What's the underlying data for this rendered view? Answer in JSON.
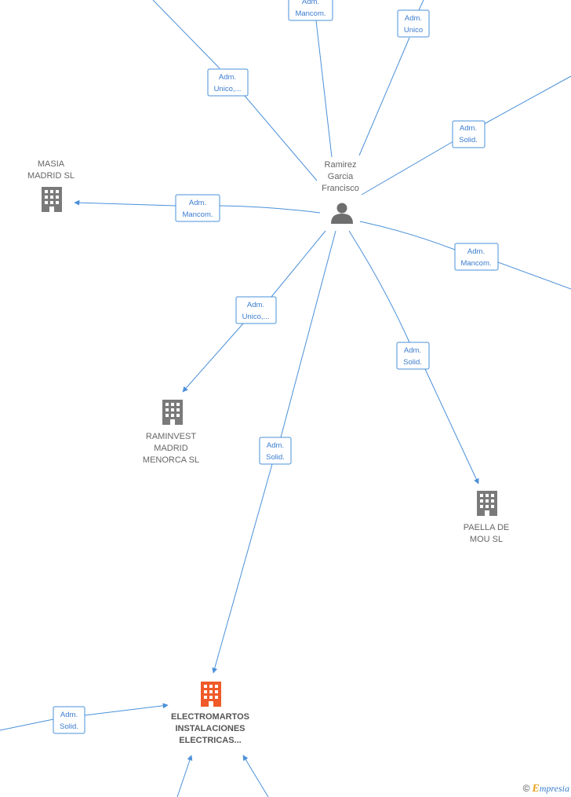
{
  "person": {
    "name_lines": [
      "Ramirez",
      "Garcia",
      "Francisco"
    ]
  },
  "companies": {
    "masia": {
      "name_lines": [
        "MASIA",
        "MADRID SL"
      ]
    },
    "raminvest": {
      "name_lines": [
        "RAMINVEST",
        "MADRID",
        "MENORCA SL"
      ]
    },
    "paella": {
      "name_lines": [
        "PAELLA DE",
        "MOU SL"
      ]
    },
    "electromartos": {
      "name_lines": [
        "ELECTROMARTOS",
        "INSTALACIONES",
        "ELECTRICAS..."
      ]
    }
  },
  "edges": {
    "top_left": [
      "Adm.",
      "Unico,..."
    ],
    "top_center": [
      "Adm.",
      "Mancom."
    ],
    "top_right": [
      "Adm.",
      "Unico"
    ],
    "right_upper": [
      "Adm.",
      "Solid."
    ],
    "masia": [
      "Adm.",
      "Mancom."
    ],
    "right_lower": [
      "Adm.",
      "Mancom."
    ],
    "raminvest": [
      "Adm.",
      "Unico,..."
    ],
    "paella": [
      "Adm.",
      "Solid."
    ],
    "electromartos": [
      "Adm.",
      "Solid."
    ],
    "bottom_left": [
      "Adm.",
      "Solid."
    ]
  },
  "footer": {
    "copyright": "©",
    "brand_initial": "E",
    "brand_rest": "mpresia"
  },
  "colors": {
    "edge": "#4a90d9",
    "building": "#7a7a7a",
    "focus_building": "#f05a28",
    "person": "#6e6e6e"
  }
}
